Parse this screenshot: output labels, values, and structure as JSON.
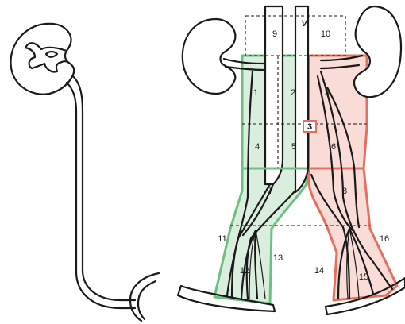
{
  "diagram": {
    "region_labels": {
      "r1": "1",
      "r2": "2",
      "r3": "3",
      "r4": "4",
      "r5": "5",
      "r6": "6",
      "r7": "7",
      "r8": "8",
      "r9": "9",
      "r10": "10",
      "r11": "11",
      "r12": "12",
      "r13": "13",
      "r14": "14",
      "r15": "15",
      "r16": "16"
    },
    "center_marker": "3",
    "vessel_mark": "V",
    "colors": {
      "left_fill": "#d9eedd",
      "left_stroke": "#6fbf82",
      "right_fill": "#fadcd7",
      "right_stroke": "#e56f5f",
      "outline": "#1a1a1a"
    }
  }
}
